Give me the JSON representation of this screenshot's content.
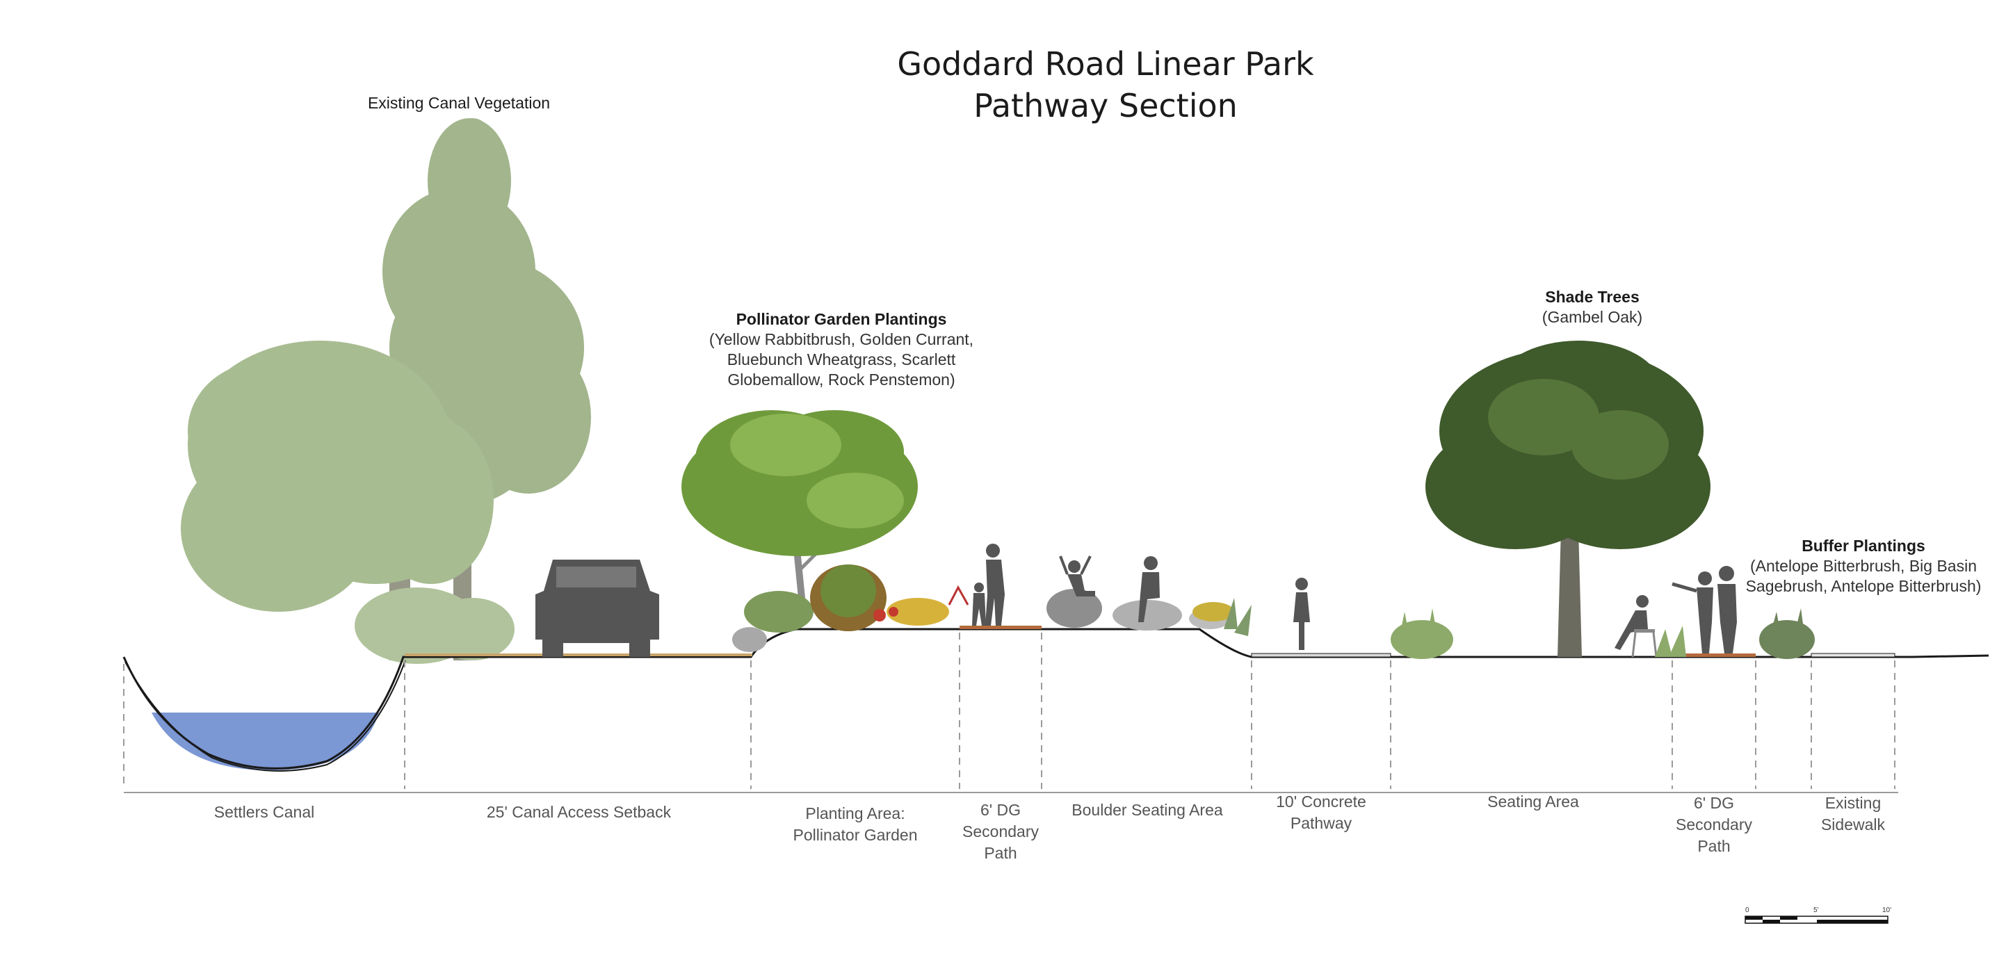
{
  "title": {
    "line1": "Goddard Road Linear Park",
    "line2": "Pathway Section"
  },
  "annotations": {
    "canal_vegetation": "Existing Canal Vegetation",
    "pollinator": {
      "heading": "Pollinator Garden Plantings",
      "line1": "(Yellow Rabbitbrush, Golden Currant,",
      "line2": "Bluebunch Wheatgrass, Scarlett",
      "line3": "Globemallow, Rock Penstemon)"
    },
    "shade_trees": {
      "heading": "Shade Trees",
      "sub": "(Gambel Oak)"
    },
    "buffer": {
      "heading": "Buffer Plantings",
      "line1": "(Antelope Bitterbrush, Big Basin",
      "line2": "Sagebrush, Antelope Bitterbrush)"
    }
  },
  "zones": {
    "settlers_canal": "Settlers Canal",
    "canal_access": "25' Canal Access Setback",
    "planting_area": {
      "line1": "Planting Area:",
      "line2": "Pollinator Garden"
    },
    "dg_path_1": {
      "line1": "6' DG",
      "line2": "Secondary",
      "line3": "Path"
    },
    "boulder_seating": "Boulder Seating Area",
    "concrete_pathway": {
      "line1": "10' Concrete",
      "line2": "Pathway"
    },
    "seating_area": "Seating Area",
    "dg_path_2": {
      "line1": "6' DG",
      "line2": "Secondary",
      "line3": "Path"
    },
    "sidewalk": {
      "line1": "Existing",
      "line2": "Sidewalk"
    }
  },
  "scale_bar": {
    "labels": [
      "0",
      "5'",
      "10'"
    ]
  },
  "colors": {
    "water": "#7b97d4",
    "ground_line": "#1a1a1a",
    "faded_tree": "#8fa676",
    "silhouette": "#5a5a5a",
    "oak": "#3f5a2b",
    "dg_path": "#b46a3c",
    "divider": "#9a9a9a"
  }
}
